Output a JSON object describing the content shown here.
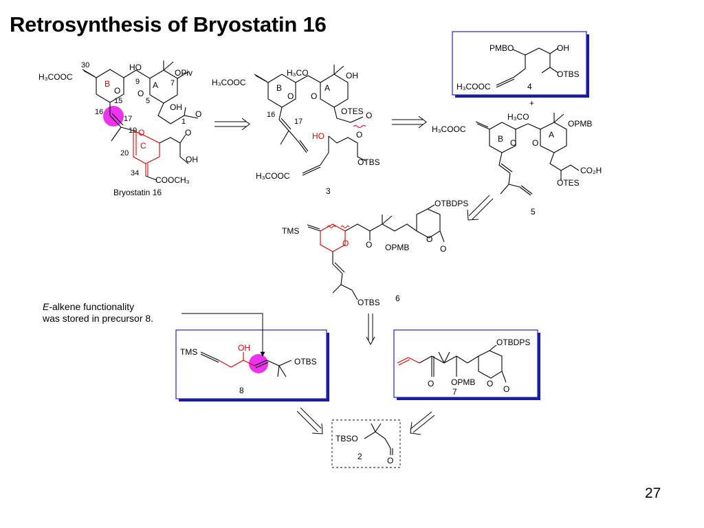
{
  "slide": {
    "title": "Retrosynthesis of Bryostatin 16",
    "number": "27"
  },
  "note": {
    "line1_italic": "E",
    "line1_rest": "-alkene functionality",
    "line2": "was stored in precursor 8."
  },
  "compounds": {
    "bryostatin16": {
      "name": "Bryostatin 16",
      "h3cooc": "H₃COOC",
      "ho": "HO",
      "opiv": "OPiv",
      "o": "O",
      "oh": "OH",
      "ring_b": "B",
      "ring_a": "A",
      "ring_c": "C",
      "cooch3": "COOCH₃",
      "n30": "30",
      "n9": "9",
      "n7": "7",
      "n5": "5",
      "n1": "1",
      "n15": "15",
      "n16": "16",
      "n17": "17",
      "n19": "19",
      "n20": "20",
      "n34": "34"
    },
    "c3": {
      "label": "3",
      "h3cooc": "H₃COOC",
      "h3co": "H₃CO",
      "oh": "OH",
      "o": "O",
      "ring_b": "B",
      "ring_a": "A",
      "otes": "OTES",
      "ho": "HO",
      "otbs": "OTBS",
      "n16": "16",
      "n17": "17"
    },
    "c4": {
      "label": "4",
      "pmbo": "PMBO",
      "oh": "OH",
      "otbs": "OTBS",
      "h3cooc": "H₃COOC"
    },
    "plus": "+",
    "c5": {
      "label": "5",
      "h3cooc": "H₃COOC",
      "h3co": "H₃CO",
      "opmb": "OPMB",
      "o": "O",
      "ring_b": "B",
      "ring_a": "A",
      "co2h": "CO₂H",
      "otes": "OTES"
    },
    "c6": {
      "label": "6",
      "tms": "TMS",
      "o": "O",
      "otbdps": "OTBDPS",
      "opmb": "OPMB",
      "otbs": "OTBS"
    },
    "c7": {
      "label": "7",
      "otbdps": "OTBDPS",
      "o": "O",
      "opmb": "OPMB"
    },
    "c8": {
      "label": "8",
      "tms": "TMS",
      "oh": "OH",
      "otbs": "OTBS"
    },
    "c2": {
      "label": "2",
      "tbso": "TBSO",
      "o": "O"
    }
  },
  "colors": {
    "box_border": "#2222bb",
    "box_shadow": "#1a1aa8",
    "highlight": "#ee33ee",
    "red": "#d40000"
  }
}
